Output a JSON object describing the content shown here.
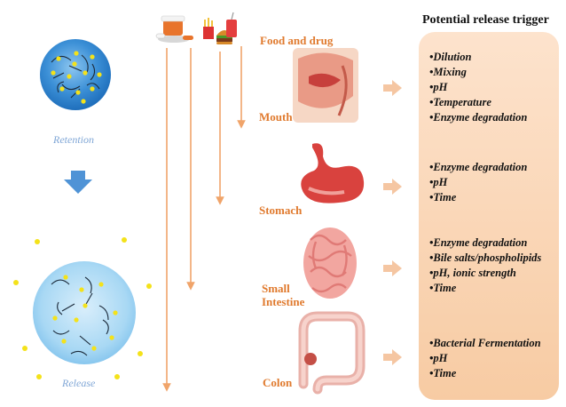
{
  "labels": {
    "food_and_drug": "Food and drug",
    "mouth": "Mouth",
    "stomach": "Stomach",
    "small_intestine_line1": "Small",
    "small_intestine_line2": "Intestine",
    "colon": "Colon",
    "retention": "Retention",
    "release": "Release"
  },
  "panel": {
    "title": "Potential release trigger",
    "groups": [
      [
        "•Dilution",
        "•Mixing",
        "•pH",
        "•Temperature",
        "•Enzyme degradation"
      ],
      [
        "•Enzyme degradation",
        "•pH",
        "•Time"
      ],
      [
        "•Enzyme degradation",
        "•Bile salts/phospholipids",
        "•pH, ionic strength",
        "•Time"
      ],
      [
        "•Bacterial Fermentation",
        "•pH",
        "•Time"
      ]
    ]
  },
  "colors": {
    "arrow": "#f0a46a",
    "label": "#e07a2e",
    "sphere": "#3b8fd6",
    "particle": "#f4e21a",
    "caption": "#7fa6d6",
    "panel_top": "#fde3cd",
    "panel_bottom": "#f7cba3"
  },
  "icons": [
    "pills-icon",
    "burger-fries-drink-icon",
    "mouth-organ-icon",
    "stomach-organ-icon",
    "small-intestine-organ-icon",
    "colon-organ-icon"
  ]
}
